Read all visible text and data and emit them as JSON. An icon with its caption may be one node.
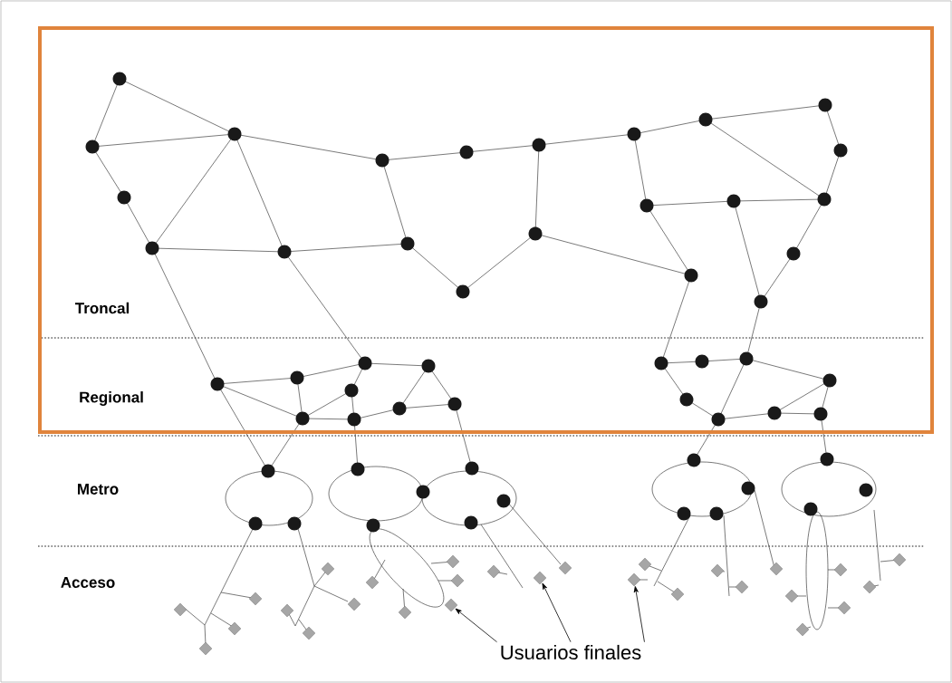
{
  "diagram": {
    "nodes": [
      {
        "text": [
          "Usuarios finales"
        ]
      },
      {
        "text": [],
        "shape": "diamond"
      },
      {
        "text": [],
        "shape": "diamond"
      },
      {
        "text": [],
        "shape": "diamond"
      },
      {
        "text": [],
        "shape": "diamond"
      },
      {
        "text": [],
        "shape": "diamond"
      },
      {
        "text": [],
        "shape": "diamond"
      },
      {
        "text": [],
        "shape": "diamond"
      },
      {
        "text": [],
        "shape": "diamond"
      },
      {
        "text": [],
        "shape": "diamond"
      },
      {
        "text": [],
        "shape": "diamond"
      },
      {
        "text": [],
        "shape": "diamond"
      },
      {
        "text": [],
        "shape": "diamond"
      },
      {
        "text": [],
        "shape": "diamond"
      },
      {
        "text": [],
        "shape": "diamond"
      },
      {
        "text": [],
        "shape": "diamond"
      },
      {
        "text": [],
        "shape": "diamond"
      },
      {
        "text": [],
        "shape": "diamond"
      },
      {
        "text": [],
        "shape": "diamond"
      },
      {
        "text": [],
        "shape": "diamond"
      },
      {
        "text": [],
        "shape": "diamond"
      },
      {
        "text": [],
        "shape": "diamond"
      },
      {
        "text": [],
        "shape": "diamond"
      },
      {
        "text": [],
        "shape": "diamond"
      },
      {
        "text": [],
        "shape": "diamond"
      },
      {
        "text": [],
        "shape": "diamond"
      },
      {
        "text": [],
        "shape": "diamond"
      },
      {
        "text": [],
        "shape": "diamond"
      },
      {
        "text": [],
        "shape": "diamond"
      }
    ],
    "edges": [
      {
        "from": 0,
        "to": 11,
        "arrow": "to"
      },
      {
        "from": 0,
        "to": 15,
        "arrow": "to"
      },
      {
        "from": 0,
        "to": 17,
        "arrow": "to"
      }
    ],
    "labels": [
      "Troncal",
      "Regional",
      "Metro",
      "Acceso"
    ]
  }
}
